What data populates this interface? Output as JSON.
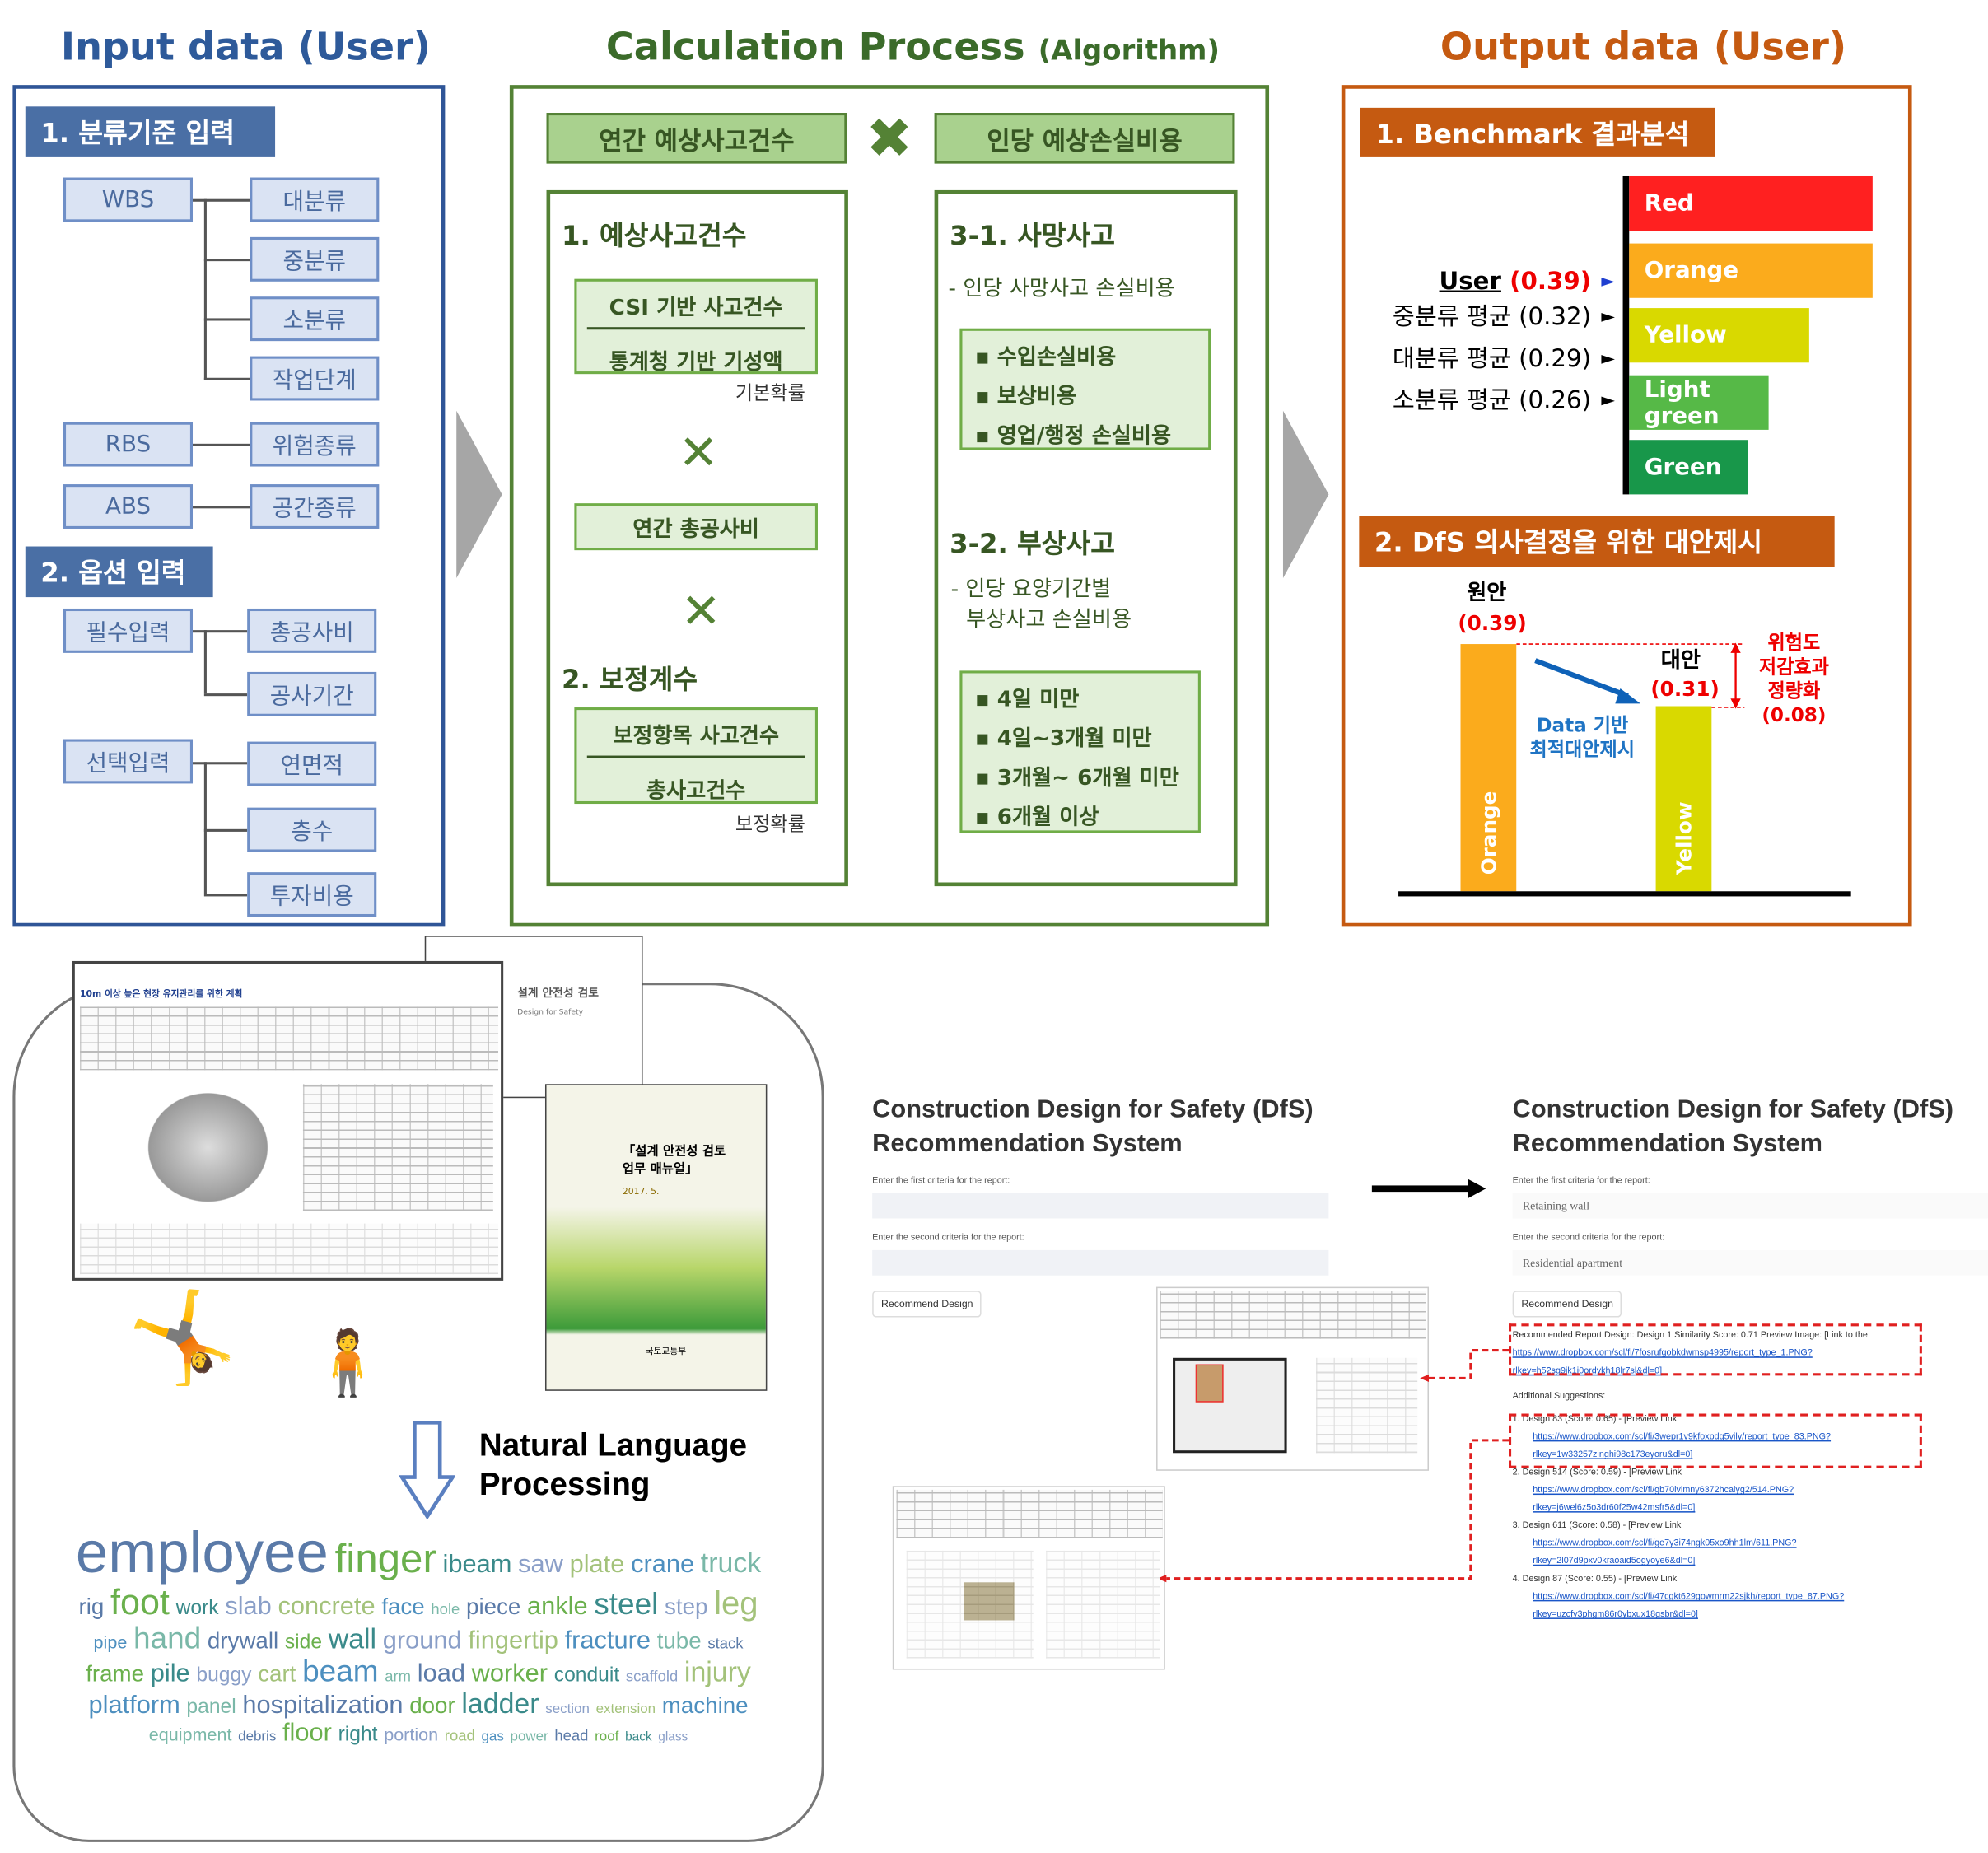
{
  "titles": {
    "input": "Input data (User)",
    "calc": "Calculation Process",
    "calc_sub": "(Algorithm)",
    "output": "Output data (User)"
  },
  "input": {
    "sec1": "1. 분류기준 입력",
    "wbs": "WBS",
    "wbs_items": [
      "대분류",
      "중분류",
      "소분류",
      "작업단계"
    ],
    "rbs": "RBS",
    "rbs_item": "위험종류",
    "abs": "ABS",
    "abs_item": "공간종류",
    "sec2": "2. 옵션 입력",
    "required": "필수입력",
    "required_items": [
      "총공사비",
      "공사기간"
    ],
    "optional": "선택입력",
    "optional_items": [
      "연면적",
      "층수",
      "투자비용"
    ]
  },
  "calc": {
    "head_left": "연간 예상사고건수",
    "head_right": "인당 예상손실비용",
    "s1": "1. 예상사고건수",
    "s1_num": "CSI 기반 사고건수",
    "s1_den": "통계청 기반 기성액",
    "s1_note": "기본확률",
    "total_cost": "연간 총공사비",
    "s2": "2. 보정계수",
    "s2_num": "보정항목 사고건수",
    "s2_den": "총사고건수",
    "s2_note": "보정확률",
    "s31": "3-1. 사망사고",
    "s31_desc": "- 인당 사망사고 손실비용",
    "s31_items": [
      "수입손실비용",
      "보상비용",
      "영업/행정 손실비용"
    ],
    "s32": "3-2. 부상사고",
    "s32_desc1": "- 인당 요양기간별",
    "s32_desc2": "부상사고 손실비용",
    "s32_items": [
      "4일 미만",
      "4일~3개월 미만",
      "3개월~ 6개월 미만",
      "6개월 이상"
    ]
  },
  "output": {
    "sec1": "1. Benchmark 결과분석",
    "levels": [
      {
        "name": "Red",
        "color": "#ff2020"
      },
      {
        "name": "Orange",
        "color": "#fbab1c"
      },
      {
        "name": "Yellow",
        "color": "#d9d900"
      },
      {
        "name": "Light green",
        "color": "#56b947"
      },
      {
        "name": "Green",
        "color": "#18974a"
      }
    ],
    "user_label": "User",
    "user_value": "(0.39)",
    "avgs": [
      {
        "label": "중분류  평균",
        "value": "(0.32)"
      },
      {
        "label": "대분류  평균",
        "value": "(0.29)"
      },
      {
        "label": "소분류  평균",
        "value": "(0.26)"
      }
    ],
    "sec2": "2. DfS 의사결정을 위한 대안제시",
    "orig_label": "원안",
    "orig_value": "(0.39)",
    "orig_bar": "Orange",
    "alt_label": "대안",
    "alt_value": "(0.31)",
    "alt_bar": "Yellow",
    "arrow_text1": "Data 기반",
    "arrow_text2": "최적대안제시",
    "reduction1": "위험도",
    "reduction2": "저감효과",
    "reduction3": "정량화",
    "reduction_value": "(0.08)"
  },
  "docs": {
    "plan_title": "10m 이상 높은 현장 유지관리를 위한 계획",
    "review_title": "설계 안전성 검토",
    "review_sub": "Design for Safety",
    "manual_title1": "「설계 안전성 검토",
    "manual_title2": "업무 매뉴얼」",
    "manual_year": "2017. 5.",
    "ministry": "국토교통부"
  },
  "nlp": {
    "title1": "Natural Language",
    "title2": "Processing",
    "words": [
      "employee",
      "finger",
      "ibeam",
      "saw",
      "plate",
      "crane",
      "truck",
      "rig",
      "foot",
      "work",
      "slab",
      "concrete",
      "face",
      "hole",
      "piece",
      "ankle",
      "steel",
      "step",
      "leg",
      "pipe",
      "hand",
      "drywall",
      "side",
      "wall",
      "ground",
      "fingertip",
      "fracture",
      "tube",
      "stack",
      "frame",
      "pile",
      "buggy",
      "cart",
      "beam",
      "arm",
      "load",
      "worker",
      "conduit",
      "scaffold",
      "injury",
      "platform",
      "panel",
      "hospitalization",
      "door",
      "ladder",
      "section",
      "extension",
      "machine",
      "equipment",
      "debris",
      "floor",
      "right",
      "portion",
      "road",
      "gas",
      "power",
      "head",
      "roof",
      "back",
      "glass"
    ]
  },
  "app_before": {
    "title1": "Construction Design for Safety (DfS)",
    "title2": "Recommendation System",
    "q1": "Enter the first criteria for the report:",
    "q2": "Enter the second criteria for the report:",
    "button": "Recommend Design"
  },
  "app_after": {
    "title1": "Construction Design for Safety (DfS)",
    "title2": "Recommendation System",
    "q1": "Enter the first criteria for the report:",
    "v1": "Retaining wall",
    "q2": "Enter the second criteria for the report:",
    "v2": "Residential apartment",
    "button": "Recommend Design",
    "rec": "Recommended Report Design: Design 1 Similarity Score: 0.71 Preview Image: [Link to the",
    "rec_link1": "https://www.dropbox.com/scl/fi/7fosrufgobkdwmsp4995/report_type_1.PNG?",
    "rec_link2": "rlkey=h52sg9jk1j0ordykh18lr7sl&dl=0]",
    "additional": "Additional Suggestions:",
    "suggestions": [
      {
        "text": "1.  Design 83 (Score: 0.65) - [Preview Link",
        "l1": "https://www.dropbox.com/scl/fi/3wepr1v9kfoxpdg5vily/report_type_83.PNG?",
        "l2": "rlkey=1w33257zinghi98c173eyoru&dl=0]"
      },
      {
        "text": "2.  Design 514 (Score: 0.59) - [Preview Link",
        "l1": "https://www.dropbox.com/scl/fi/gb70ivimny6372hcalyg2/514.PNG?",
        "l2": "rlkey=j6wel6z5o3dr60f25w42msfr5&dl=0]"
      },
      {
        "text": "3.  Design 611 (Score: 0.58) - [Preview Link",
        "l1": "https://www.dropbox.com/scl/fi/ge7y3i74ngk05xo9hh1lm/611.PNG?",
        "l2": "rlkey=2l07d9pxv0kraoaid5ogyoye6&dl=0]"
      },
      {
        "text": "4.  Design 87 (Score: 0.55) - [Preview Link",
        "l1": "https://www.dropbox.com/scl/fi/47cgkt629gowmrm22sjkh/report_type_87.PNG?",
        "l2": "rlkey=uzcfy3phgm86r0ybxux18gsbr&dl=0]"
      }
    ]
  }
}
